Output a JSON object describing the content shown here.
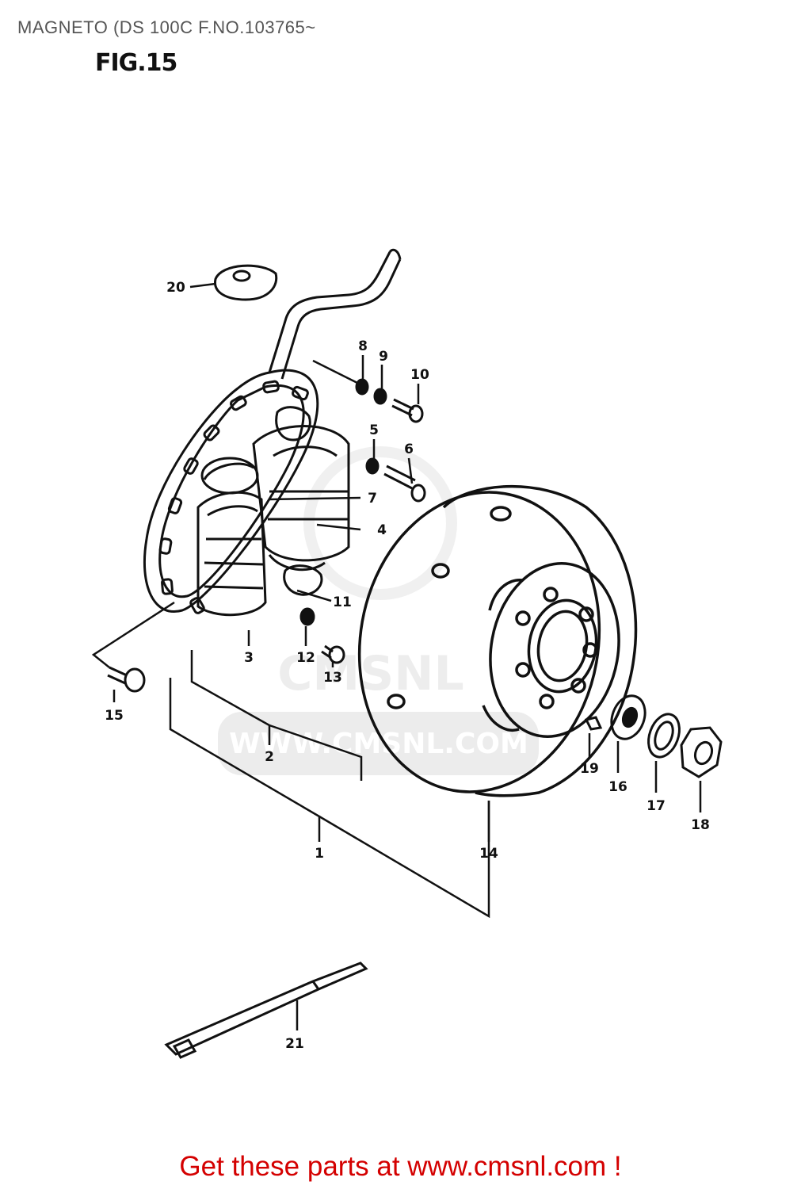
{
  "title": "MAGNETO (DS 100C F.NO.103765~",
  "figure_label": "FIG.15",
  "part_callouts": {
    "p1": "1",
    "p2": "2",
    "p3": "3",
    "p4": "4",
    "p5": "5",
    "p6": "6",
    "p7": "7",
    "p8": "8",
    "p9": "9",
    "p10": "10",
    "p11": "11",
    "p12": "12",
    "p13": "13",
    "p14": "14",
    "p15": "15",
    "p16": "16",
    "p17": "17",
    "p18": "18",
    "p19": "19",
    "p20": "20",
    "p21": "21"
  },
  "watermark": {
    "brand": "CMSNL",
    "url": "WWW.CMSNL.COM"
  },
  "footer": {
    "link_text": "Get these parts at www.cmsnl.com !"
  },
  "colors": {
    "line": "#111111",
    "footer": "#d40000",
    "title": "#555555",
    "watermark": "#e6e6e6"
  }
}
